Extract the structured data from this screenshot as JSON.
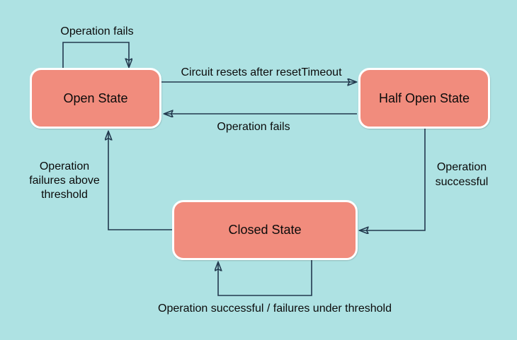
{
  "diagram": {
    "name": "circuit-breaker-state-diagram",
    "colors": {
      "background": "#AEE2E3",
      "state_fill": "#F18C7D",
      "state_border": "#FFFFFF",
      "arrow": "#22394E",
      "text": "#0B0B0B"
    },
    "states": [
      {
        "id": "open",
        "label": "Open State"
      },
      {
        "id": "half_open",
        "label": "Half Open State"
      },
      {
        "id": "closed",
        "label": "Closed State"
      }
    ],
    "transitions": [
      {
        "from": "open",
        "to": "open",
        "label": "Operation fails"
      },
      {
        "from": "open",
        "to": "half_open",
        "label": "Circuit resets after resetTimeout"
      },
      {
        "from": "half_open",
        "to": "open",
        "label": "Operation fails"
      },
      {
        "from": "half_open",
        "to": "closed",
        "label": "Operation successful"
      },
      {
        "from": "closed",
        "to": "open",
        "label": "Operation failures above threshold"
      },
      {
        "from": "closed",
        "to": "closed",
        "label": "Operation successful / failures under threshold"
      }
    ]
  }
}
